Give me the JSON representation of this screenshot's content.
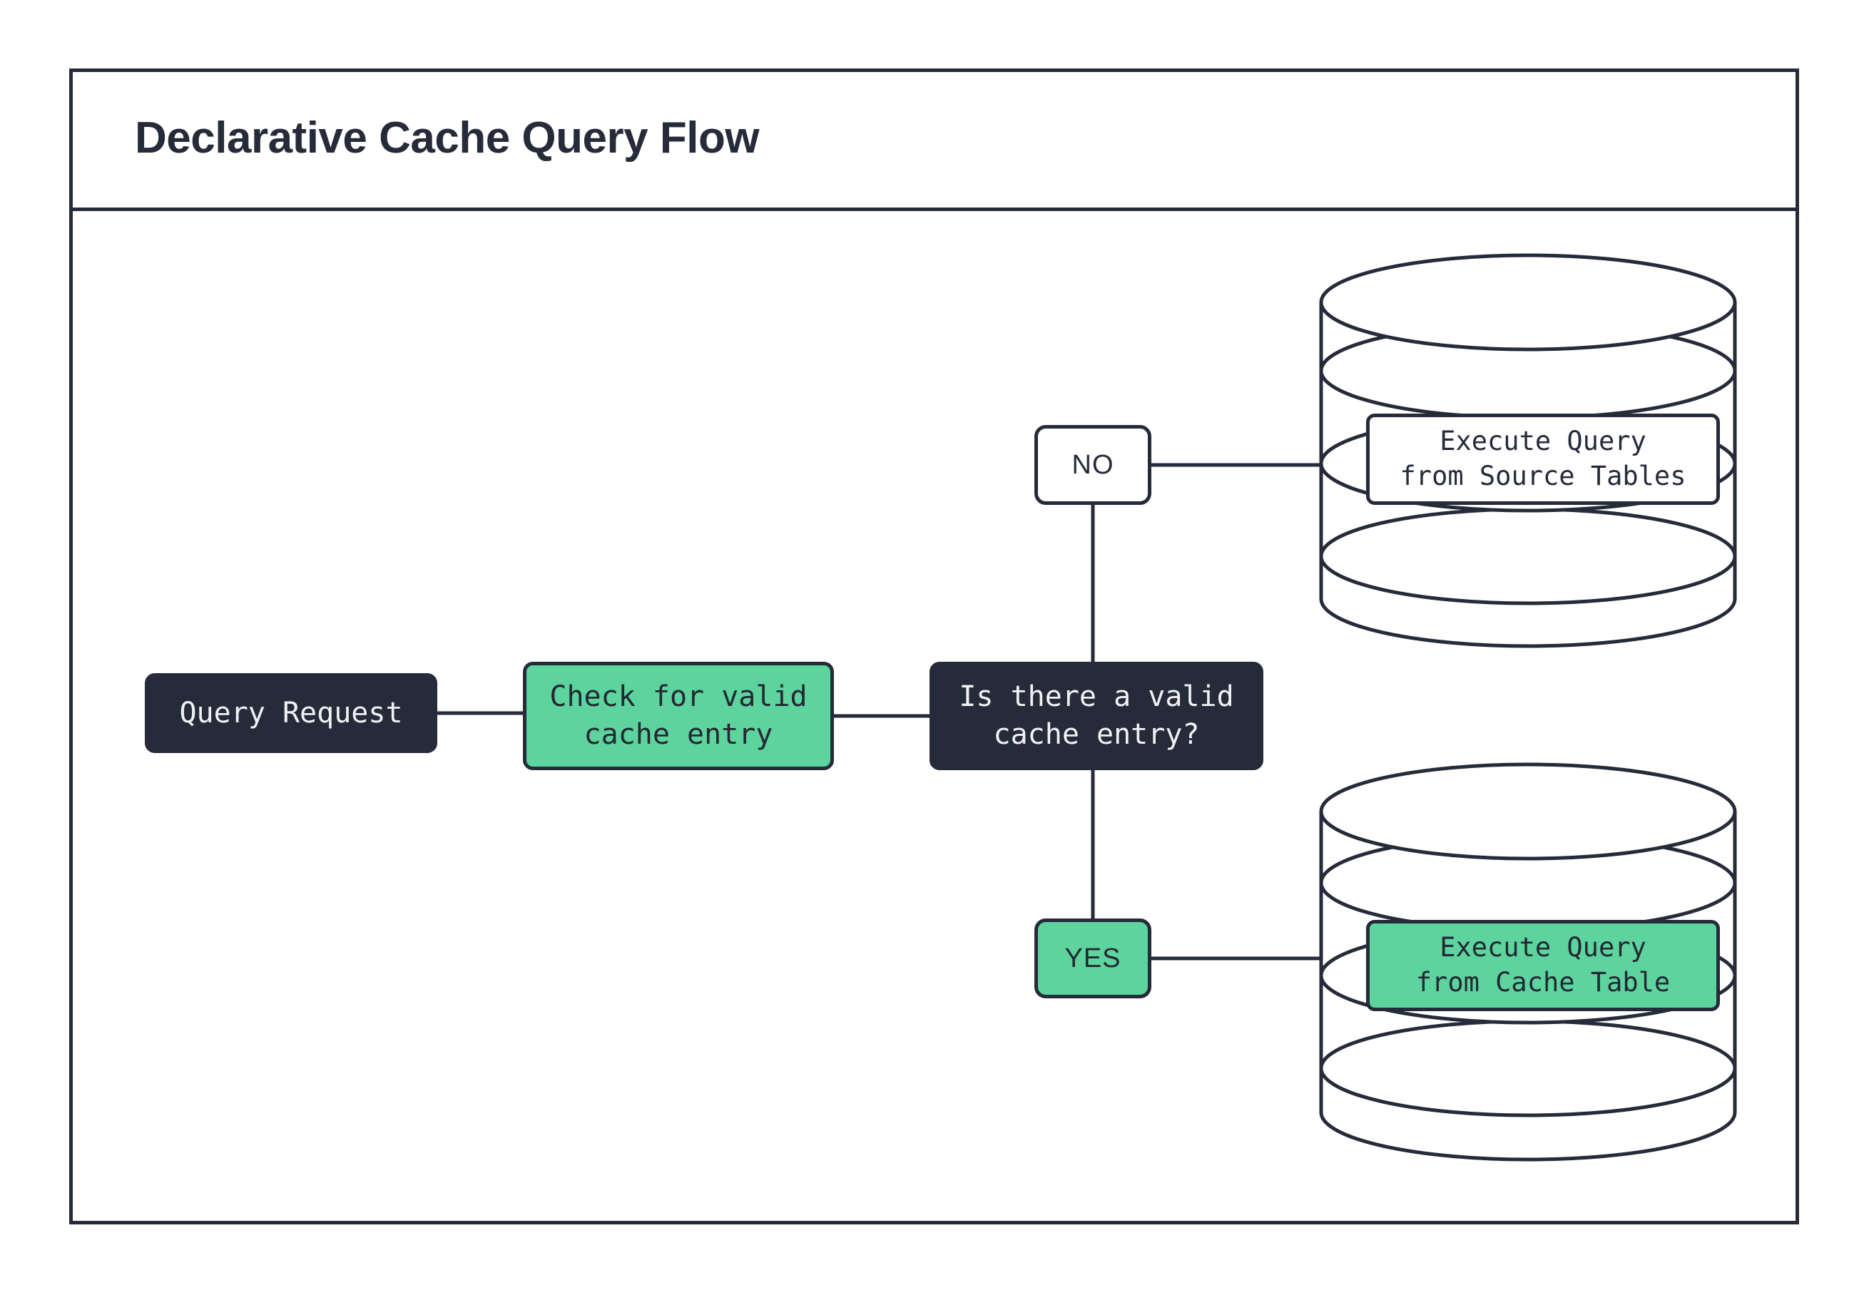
{
  "page": {
    "title": "Declarative Cache Query Flow",
    "background": "#ffffff"
  },
  "colors": {
    "stroke": "#262b3a",
    "dark_fill": "#262b3a",
    "dark_text": "#f0f1f4",
    "green_fill": "#5dd39e",
    "green_text": "#232833",
    "white_fill": "#ffffff"
  },
  "diagram": {
    "type": "flowchart",
    "direction": "left-to-right",
    "nodes": [
      {
        "id": "query-request",
        "label": "Query Request",
        "shape": "rounded-rect",
        "style": "dark"
      },
      {
        "id": "check-cache",
        "label": "Check for valid\ncache entry",
        "shape": "rounded-rect",
        "style": "green"
      },
      {
        "id": "decision",
        "label": "Is there a valid\ncache entry?",
        "shape": "rounded-rect",
        "style": "dark"
      },
      {
        "id": "label-no",
        "label": "NO",
        "shape": "rounded-rect",
        "style": "white"
      },
      {
        "id": "label-yes",
        "label": "YES",
        "shape": "rounded-rect",
        "style": "green"
      },
      {
        "id": "exec-source",
        "label": "Execute Query\nfrom Source Tables",
        "shape": "rounded-rect-on-cylinder",
        "style": "white"
      },
      {
        "id": "exec-cache",
        "label": "Execute Query\nfrom Cache Table",
        "shape": "rounded-rect-on-cylinder",
        "style": "green"
      }
    ],
    "cylinders": [
      {
        "id": "cyl-source",
        "name": "source-tables-database",
        "disc_count": 3
      },
      {
        "id": "cyl-cache",
        "name": "cache-table-database",
        "disc_count": 3
      }
    ],
    "edges": [
      {
        "from": "query-request",
        "to": "check-cache",
        "label": ""
      },
      {
        "from": "check-cache",
        "to": "decision",
        "label": ""
      },
      {
        "from": "decision",
        "to": "label-no",
        "label": "NO"
      },
      {
        "from": "label-no",
        "to": "exec-source",
        "label": ""
      },
      {
        "from": "decision",
        "to": "label-yes",
        "label": "YES"
      },
      {
        "from": "label-yes",
        "to": "exec-cache",
        "label": ""
      }
    ]
  }
}
